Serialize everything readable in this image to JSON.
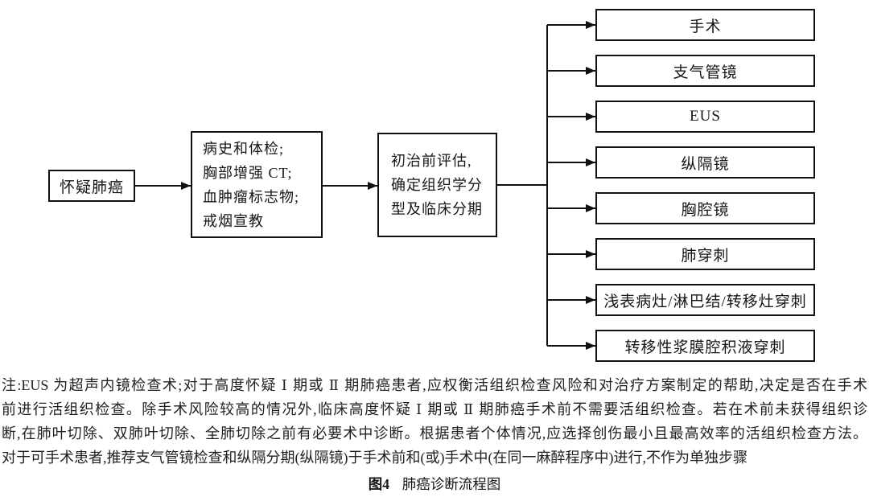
{
  "flowchart": {
    "start_box": {
      "label": "怀疑肺癌"
    },
    "workup_box": {
      "lines": [
        "病史和体检;",
        "胸部增强 CT;",
        "血肿瘤标志物;",
        "戒烟宣教"
      ]
    },
    "assessment_box": {
      "lines": [
        "初治前评估,",
        "确定组织学分",
        "型及临床分期"
      ]
    },
    "procedure_boxes": [
      {
        "label": "手术"
      },
      {
        "label": "支气管镜"
      },
      {
        "label": "EUS"
      },
      {
        "label": "纵隔镜"
      },
      {
        "label": "胸腔镜"
      },
      {
        "label": "肺穿刺"
      },
      {
        "label": "浅表病灶/淋巴结/转移灶穿刺"
      },
      {
        "label": "转移性浆膜腔积液穿刺"
      }
    ]
  },
  "note": {
    "lines": [
      "注:EUS 为超声内镜检查术;对于高度怀疑 Ⅰ 期或 Ⅱ 期肺癌患者,应权衡活组织检查风险和对治疗方案制定的帮助,决定是否在手术",
      "前进行活组织检查。除手术风险较高的情况外,临床高度怀疑 Ⅰ 期或 Ⅱ 期肺癌手术前不需要活组织检查。若在术前未获得组织诊",
      "断,在肺叶切除、双肺叶切除、全肺切除之前有必要术中诊断。根据患者个体情况,应选择创伤最小且最高效率的活组织检查方法。",
      "对于可手术患者,推荐支气管镜检查和纵隔分期(纵隔镜)于手术前和(或)手术中(在同一麻醉程序中)进行,不作为单独步骤"
    ]
  },
  "caption": {
    "number": "图4",
    "title": "肺癌诊断流程图"
  },
  "colors": {
    "line": "#111111",
    "text": "#1f1f1f",
    "background": "#ffffff"
  }
}
